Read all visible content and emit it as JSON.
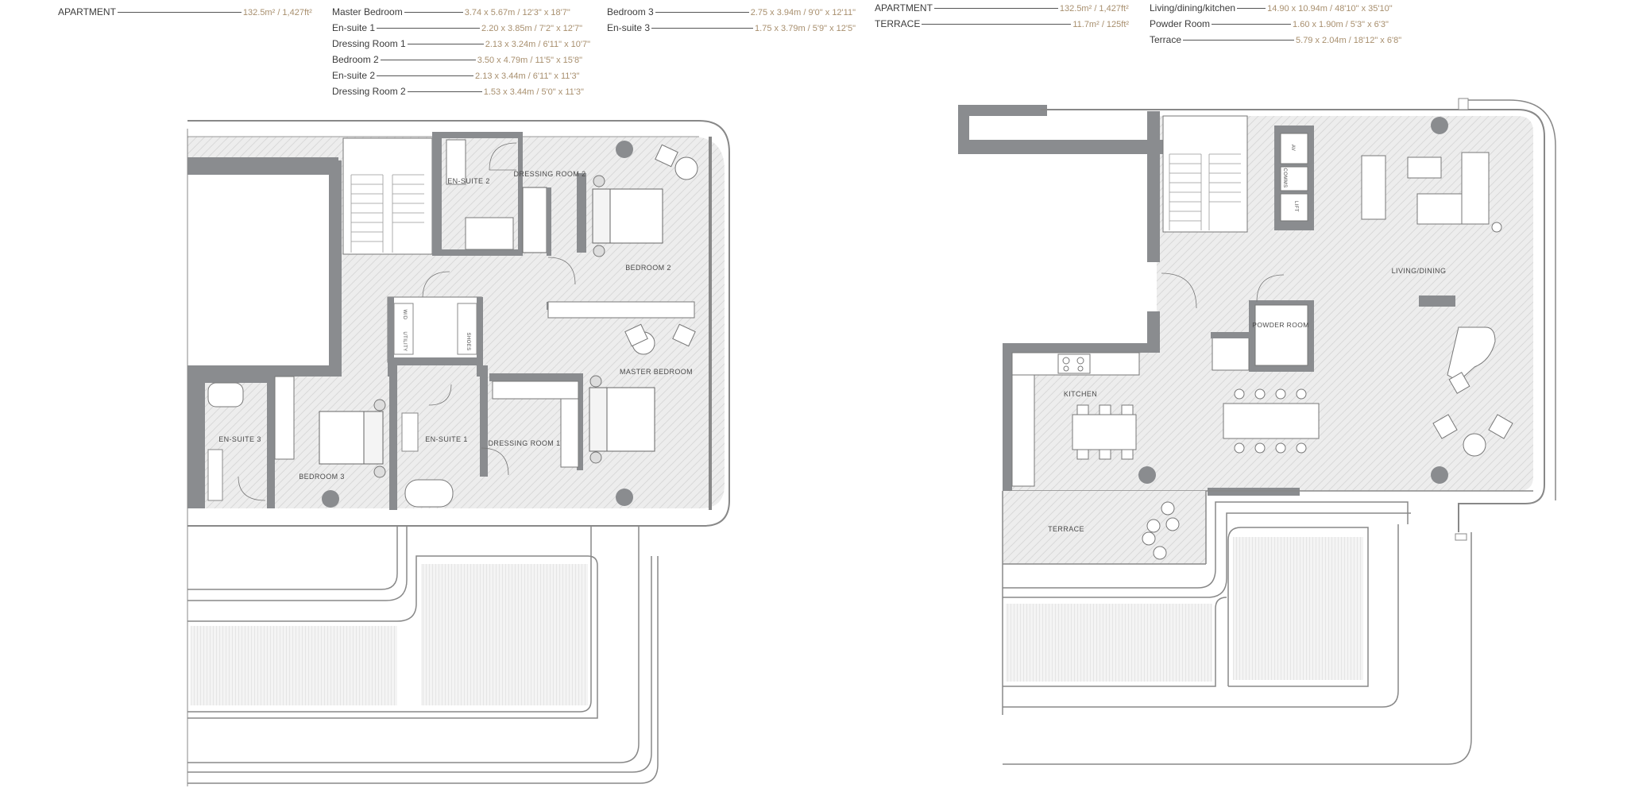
{
  "specs": {
    "left_apartment": {
      "label": "APARTMENT",
      "value": "132.5m² / 1,427ft²"
    },
    "left_rooms": [
      {
        "label": "Master Bedroom",
        "value": "3.74 x 5.67m / 12'3\" x 18'7\""
      },
      {
        "label": "En-suite 1",
        "value": "2.20 x 3.85m / 7'2\" x 12'7\""
      },
      {
        "label": "Dressing Room 1",
        "value": "2.13 x 3.24m / 6'11\" x 10'7\""
      },
      {
        "label": "Bedroom 2",
        "value": "3.50 x 4.79m / 11'5\" x 15'8\""
      },
      {
        "label": "En-suite 2",
        "value": "2.13 x 3.44m / 6'11\" x 11'3\""
      },
      {
        "label": "Dressing Room 2",
        "value": "1.53 x 3.44m / 5'0\" x 11'3\""
      }
    ],
    "left_rooms_b": [
      {
        "label": "Bedroom 3",
        "value": "2.75 x 3.94m / 9'0\" x 12'11\""
      },
      {
        "label": "En-suite 3",
        "value": "1.75 x 3.79m / 5'9\" x 12'5\""
      }
    ],
    "right_area": [
      {
        "label": "APARTMENT",
        "value": "132.5m² / 1,427ft²"
      },
      {
        "label": "TERRACE",
        "value": "11.7m² / 125ft²"
      }
    ],
    "right_rooms": [
      {
        "label": "Living/dining/kitchen",
        "value": "14.90 x 10.94m / 48'10\" x 35'10\""
      },
      {
        "label": "Powder Room",
        "value": "1.60 x 1.90m / 5'3\" x 6'3\""
      },
      {
        "label": "Terrace",
        "value": "5.79 x 2.04m / 18'12\" x 6'8\""
      }
    ]
  },
  "plan_labels": {
    "en_suite_2": "EN-SUITE 2",
    "dressing_room_2": "DRESSING ROOM 2",
    "bedroom_2": "BEDROOM 2",
    "master_bedroom": "MASTER BEDROOM",
    "en_suite_3": "EN-SUITE 3",
    "bedroom_3": "BEDROOM 3",
    "en_suite_1": "EN-SUITE 1",
    "dressing_room_1": "DRESSING ROOM 1",
    "wd": "W/D",
    "utility": "UTILITY",
    "shoes": "SHOES",
    "av": "AV",
    "comms": "COMMS",
    "lift": "LIFT",
    "living_dining": "LIVING/DINING",
    "powder_room": "POWDER ROOM",
    "kitchen": "KITCHEN",
    "terrace": "TERRACE"
  },
  "colors": {
    "wall": "#8a8c8f",
    "floor": "#ececec",
    "line": "#9a9a9a",
    "value_text": "#a88f6e"
  }
}
